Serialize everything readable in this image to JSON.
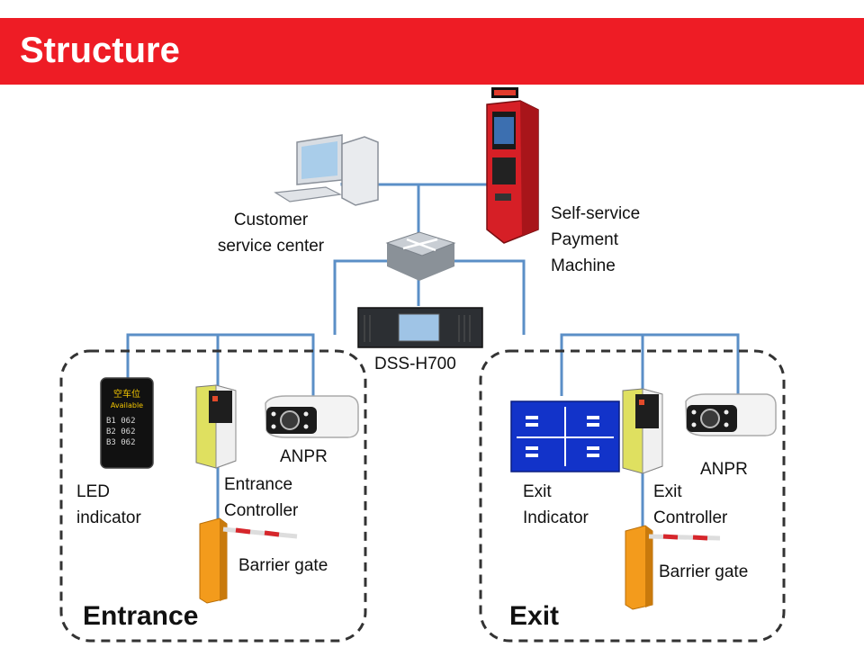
{
  "title": "Structure",
  "colors": {
    "banner": "#ee1c25",
    "line": "#5b8fc7",
    "group_border": "#333333"
  },
  "devices": {
    "customer_service": "Customer\nservice center",
    "payment_machine": "Self-service\nPayment\nMachine",
    "server": "DSS-H700",
    "led_indicator": "LED\nindicator",
    "entrance_controller": "Entrance\nController",
    "entrance_anpr": "ANPR",
    "entrance_barrier": "Barrier gate",
    "exit_indicator": "Exit\nIndicator",
    "exit_controller": "Exit\nController",
    "exit_anpr": "ANPR",
    "exit_barrier": "Barrier gate"
  },
  "groups": {
    "entrance": "Entrance",
    "exit": "Exit"
  },
  "led_screen": {
    "line1": "空车位",
    "line2": "Available",
    "rows": [
      "B1 062",
      "B2 062",
      "B3 062"
    ]
  }
}
